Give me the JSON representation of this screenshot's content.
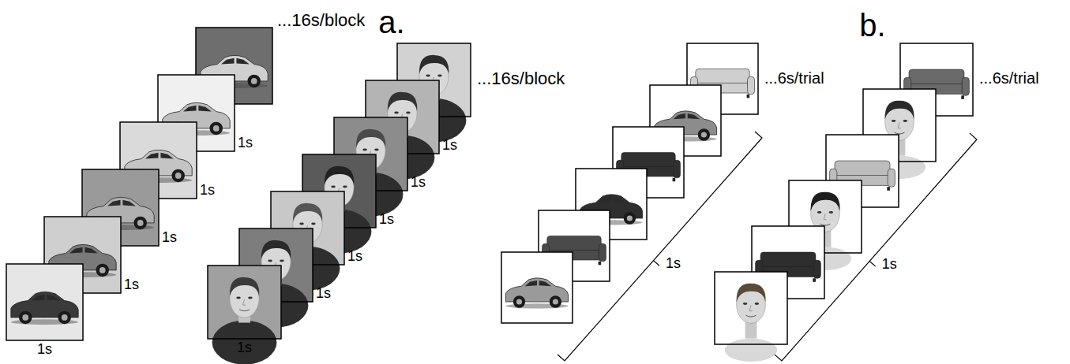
{
  "diagram": {
    "labels": [
      "a.",
      "...16s/block",
      "1s",
      "1s",
      "1s",
      "1s",
      "1s",
      "...16s/block",
      "1s",
      "1s",
      "1s",
      "1s",
      "1s",
      "1s",
      "b.",
      "...6s/trial",
      "1s",
      "...6s/trial",
      "1s"
    ]
  }
}
